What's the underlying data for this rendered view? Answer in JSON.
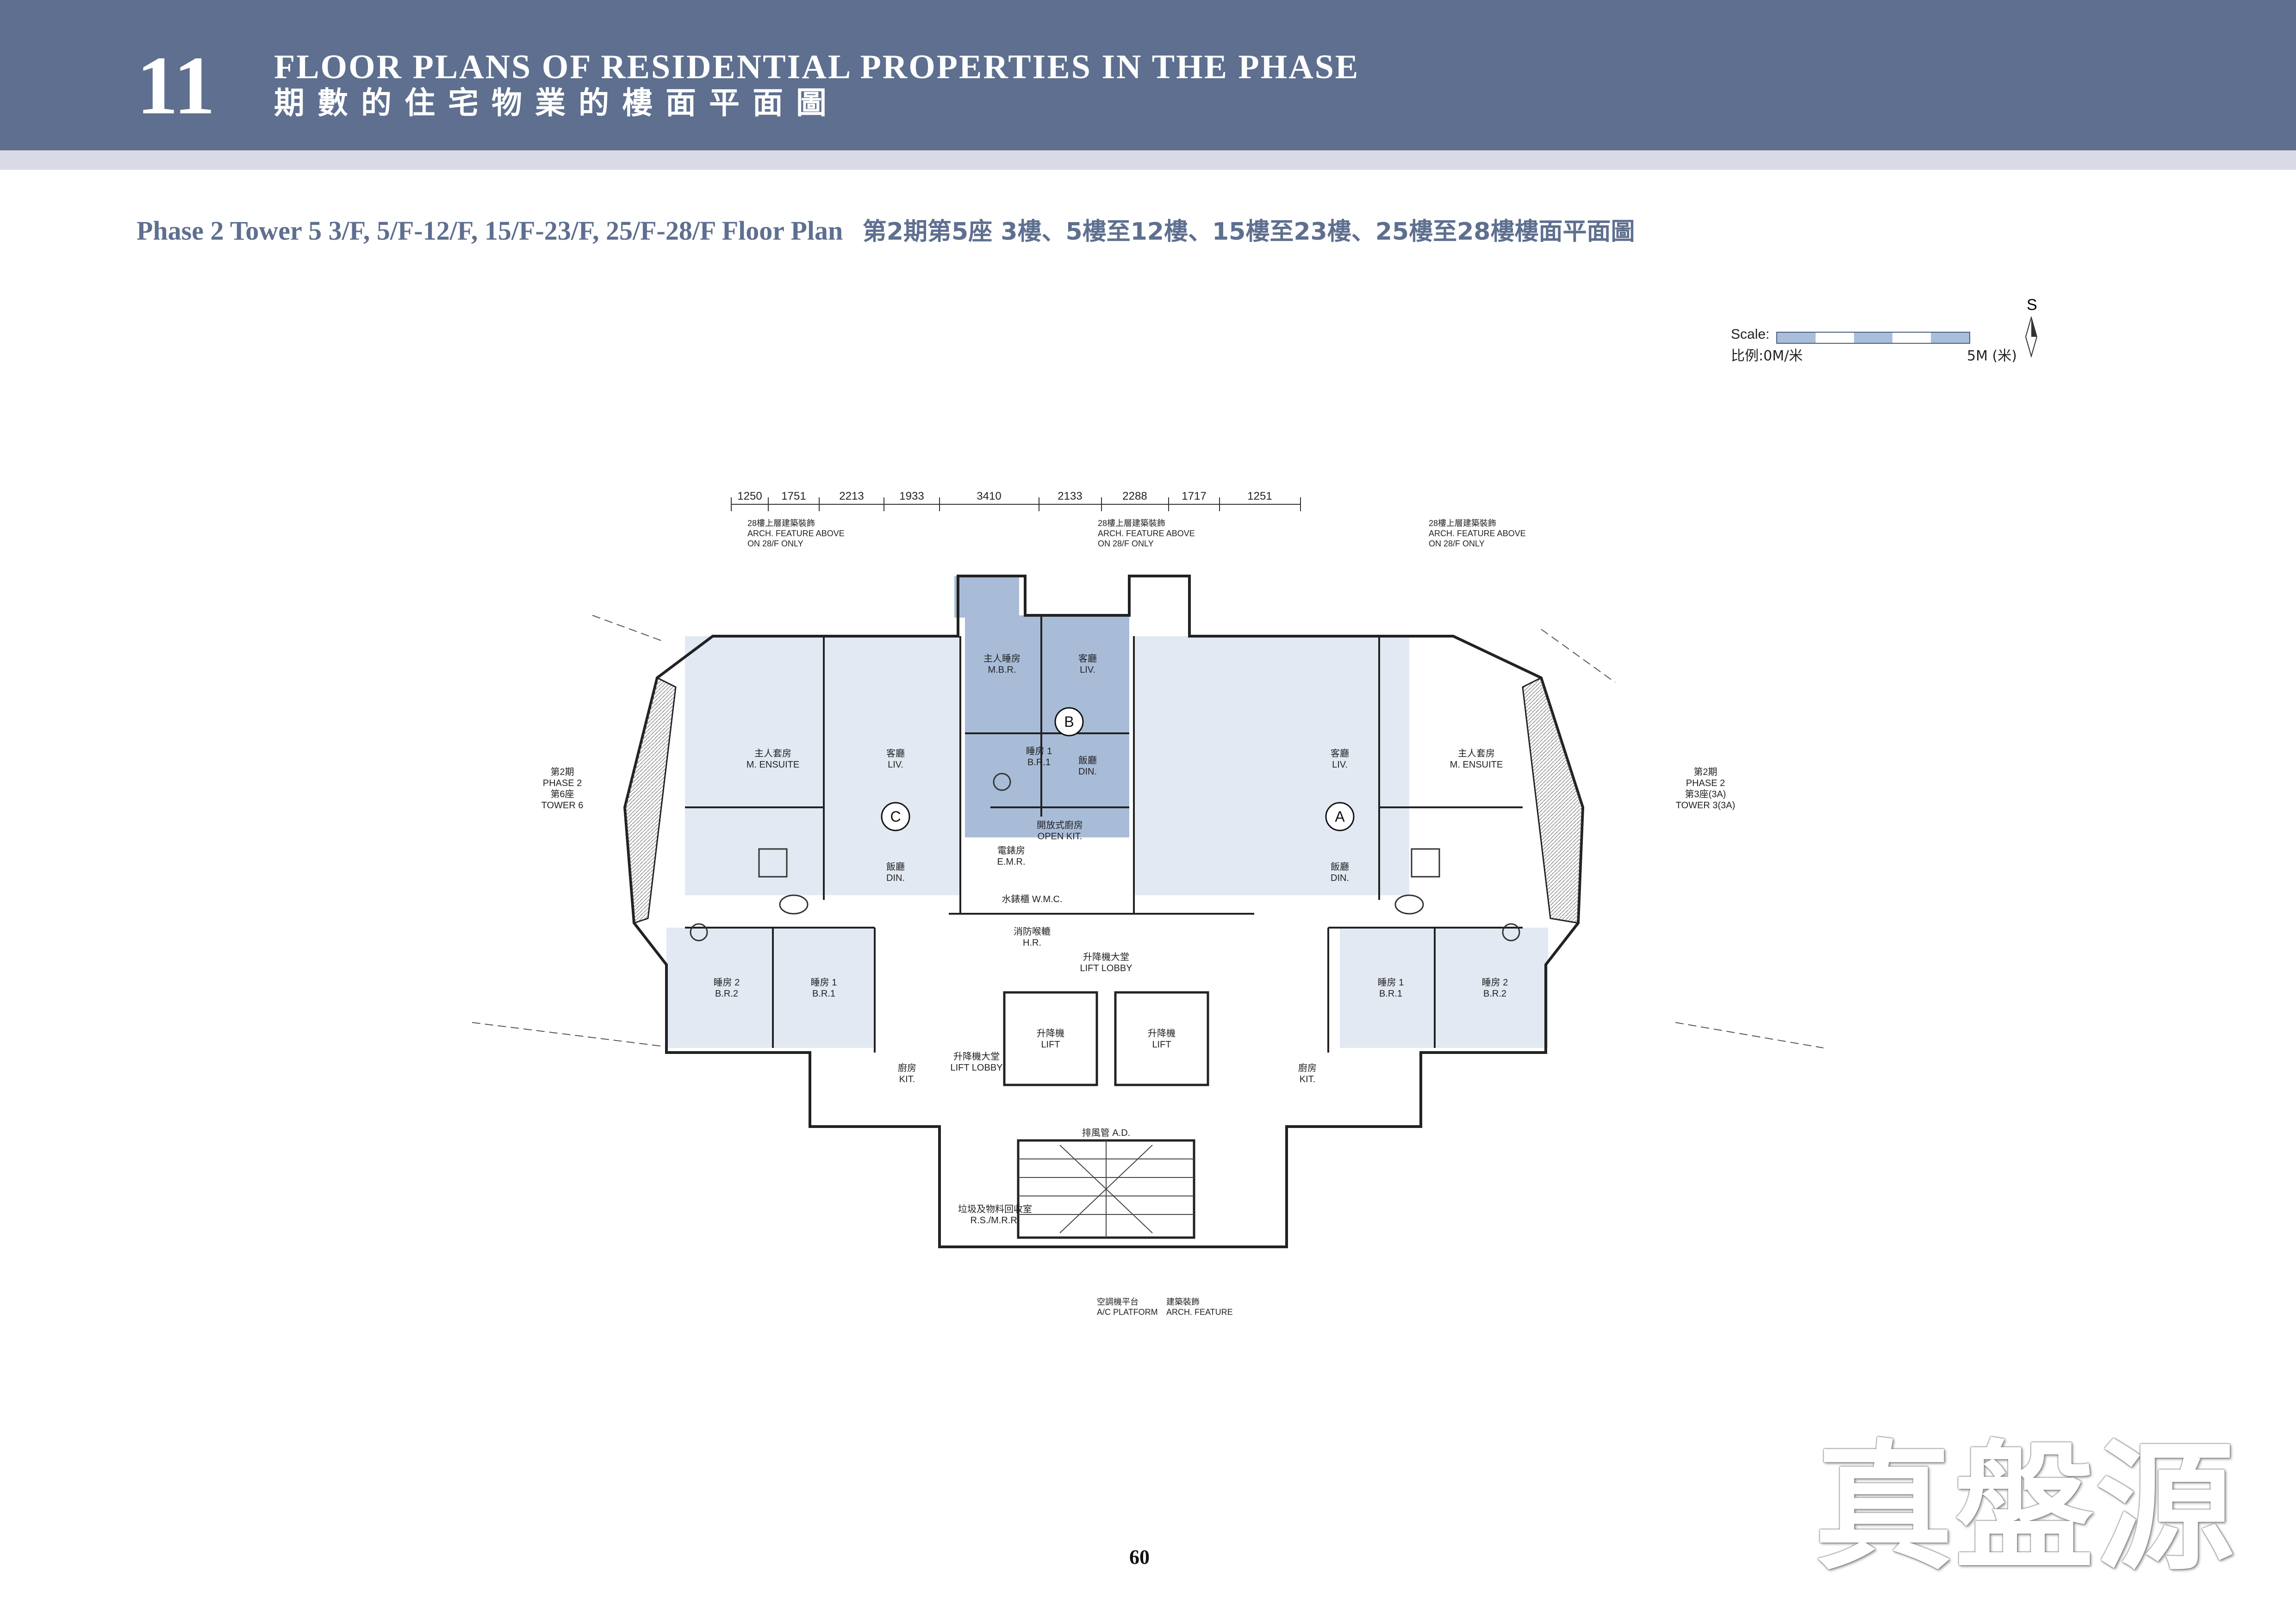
{
  "header": {
    "section_number": "11",
    "title_en": "FLOOR PLANS OF RESIDENTIAL PROPERTIES IN THE PHASE",
    "title_zh": "期數的住宅物業的樓面平面圖"
  },
  "plan_title": {
    "en": "Phase 2 Tower 5 3/F, 5/F-12/F, 15/F-23/F, 25/F-28/F Floor Plan",
    "zh": "第2期第5座 3樓、5樓至12樓、15樓至23樓、25樓至28樓樓面平面圖"
  },
  "scale": {
    "label": "Scale:",
    "ratio_label": "比例:0M/米",
    "end_label": "5M (米)",
    "north_label": "S"
  },
  "floor_plan": {
    "top_dimensions": [
      "1250",
      "1751",
      "2213",
      "1933",
      "3410",
      "2133",
      "2288",
      "1717",
      "1251"
    ],
    "flat_markers": {
      "a": "A",
      "b": "B",
      "c": "C"
    },
    "neighbors": {
      "left": [
        "第2期",
        "PHASE 2",
        "第6座",
        "TOWER 6"
      ],
      "right": [
        "第2期",
        "PHASE 2",
        "第3座(3A)",
        "TOWER 3(3A)"
      ]
    },
    "rooms": {
      "living_c": [
        "客廳",
        "LIV."
      ],
      "dining_c": [
        "飯廳",
        "DIN."
      ],
      "living_b": [
        "客廳",
        "LIV."
      ],
      "dining_b": [
        "飯廳",
        "DIN."
      ],
      "living_a": [
        "客廳",
        "LIV."
      ],
      "dining_a": [
        "飯廳",
        "DIN."
      ],
      "ensuite_c": [
        "主人套房",
        "M. ENSUITE"
      ],
      "ensuite_a": [
        "主人套房",
        "M. ENSUITE"
      ],
      "mbr_b": [
        "主人睡房",
        "M.B.R."
      ],
      "br1_b": [
        "睡房 1",
        "B.R.1"
      ],
      "open_kit": [
        "開放式廚房",
        "OPEN KIT."
      ],
      "br2_c": [
        "睡房 2",
        "B.R.2"
      ],
      "br1_c": [
        "睡房 1",
        "B.R.1"
      ],
      "br1_a": [
        "睡房 1",
        "B.R.1"
      ],
      "br2_a": [
        "睡房 2",
        "B.R.2"
      ],
      "kit_c": [
        "廚房",
        "KIT."
      ],
      "kit_a": [
        "廚房",
        "KIT."
      ],
      "lift_1": [
        "升降機",
        "LIFT"
      ],
      "lift_2": [
        "升降機",
        "LIFT"
      ],
      "lift_lobby": [
        "升降機大堂",
        "LIFT LOBBY"
      ],
      "lift_lobby_small": [
        "升降機大堂",
        "LIFT LOBBY"
      ],
      "hr": [
        "消防喉轆",
        "H.R."
      ],
      "emr": [
        "電錶房",
        "E.M.R."
      ],
      "wmc": [
        "水錶櫃 W.M.C."
      ],
      "ad": [
        "排風管 A.D."
      ],
      "refuse": [
        "垃圾及物料回收室",
        "R.S./M.R.R."
      ]
    },
    "notes": {
      "feature_above_c": [
        "28樓上層建築裝飾",
        "ARCH. FEATURE ABOVE",
        "ON 28/F ONLY"
      ],
      "feature_above_b": [
        "28樓上層建築裝飾",
        "ARCH. FEATURE ABOVE",
        "ON 28/F ONLY"
      ],
      "feature_above_a": [
        "28樓上層建築裝飾",
        "ARCH. FEATURE ABOVE",
        "ON 28/F ONLY"
      ],
      "ac_platform": [
        "空調機平台",
        "A/C PLATFORM"
      ],
      "arch_feature": [
        "建築裝飾",
        "ARCH. FEATURE"
      ]
    }
  }
}
